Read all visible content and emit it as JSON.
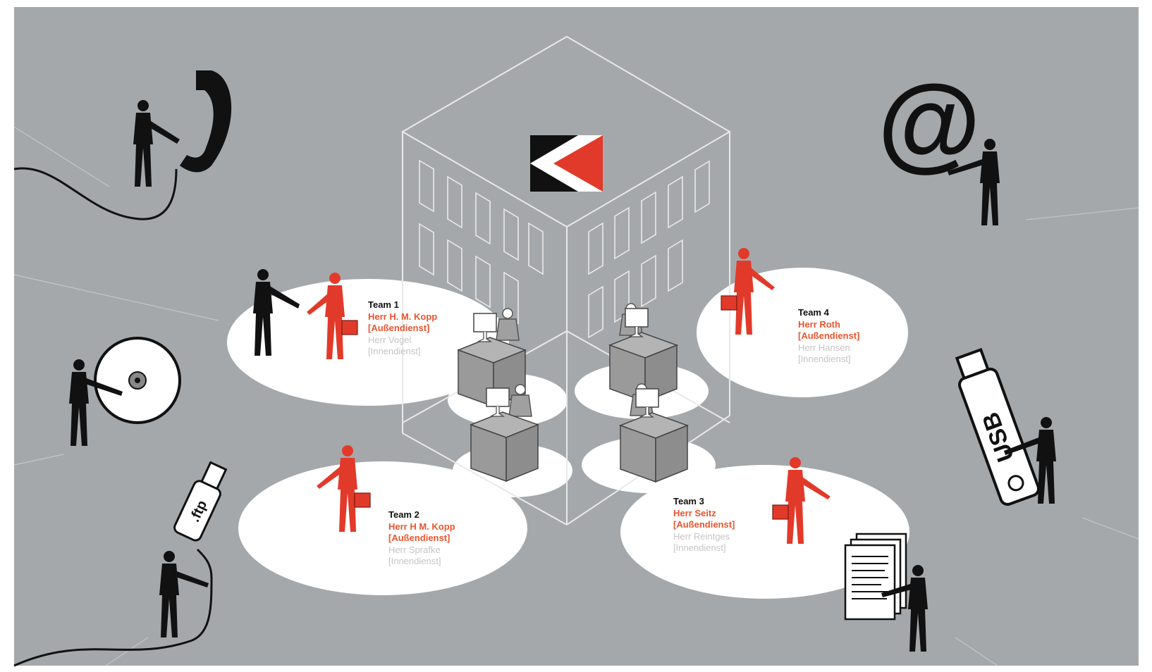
{
  "colors": {
    "background": "#a5a8ab",
    "ellipse": "#ffffff",
    "accent_red": "#e23a2a",
    "label_red": "#e8552f",
    "label_grey": "#c4c4c4",
    "figure_black": "#111111"
  },
  "icons": [
    "phone-icon",
    "cd-disc-icon",
    "ftp-plug-icon",
    "at-sign-icon",
    "usb-stick-icon",
    "document-stack-icon",
    "company-logo-icon"
  ],
  "channels": {
    "usb_text": "USB",
    "ftp_text": ".ftp",
    "email_symbol": "@"
  },
  "teams": [
    {
      "title": "Team 1",
      "field_rep": "Herr H. M. Kopp",
      "field_role": "[Außendienst]",
      "inside_rep": "Herr Vogel",
      "inside_role": "[Innendienst]"
    },
    {
      "title": "Team 2",
      "field_rep": "Herr H M. Kopp",
      "field_role": "[Außendienst]",
      "inside_rep": "Herr Sprafke",
      "inside_role": "[Innendienst]"
    },
    {
      "title": "Team 3",
      "field_rep": "Herr Seitz",
      "field_role": "[Außendienst]",
      "inside_rep": "Herr Reintges",
      "inside_role": "[Innendienst]"
    },
    {
      "title": "Team 4",
      "field_rep": "Herr Roth",
      "field_role": "[Außendienst]",
      "inside_rep": "Herr Hansen",
      "inside_role": "[Innendienst]"
    }
  ]
}
